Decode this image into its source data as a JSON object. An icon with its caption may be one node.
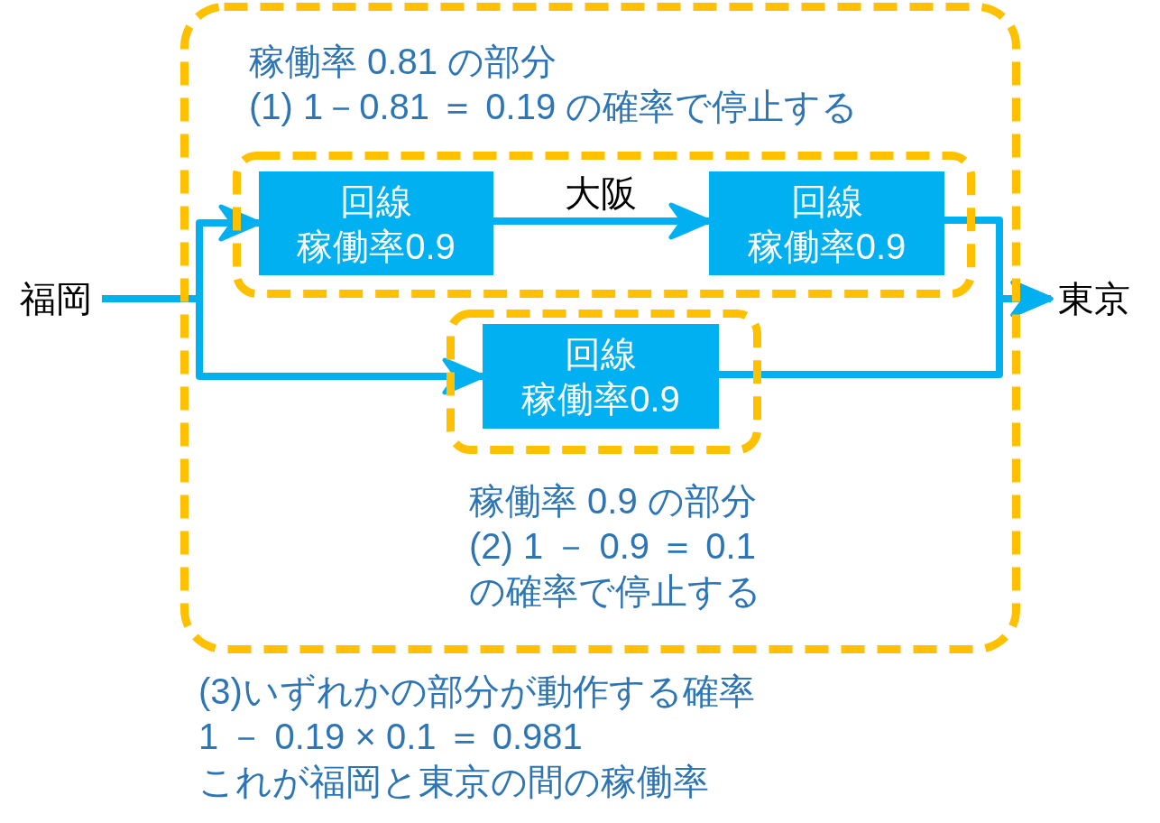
{
  "diagram": {
    "nodes": [
      {
        "text": [
          "福岡"
        ]
      },
      {
        "text": [],
        "shape": "box",
        "beside": [
          "(3)いずれかの部分が動作する確率",
          "1 － 0.19 × 0.1 ＝ 0.981",
          "これが福岡と東京の間の稼働率"
        ]
      },
      {
        "text": [],
        "shape": "box",
        "in": 1,
        "beside": [
          "稼働率 0.81 の部分",
          "(1) 1－0.81 ＝ 0.19 の確率で停止する"
        ]
      },
      {
        "text": [
          "回線",
          "稼働率0.9"
        ],
        "in": 2
      },
      {
        "text": [
          "回線",
          "稼働率0.9"
        ],
        "in": 2
      },
      {
        "text": [],
        "shape": "box",
        "in": 1,
        "beside": [
          "稼働率 0.9 の部分",
          "(2) 1 － 0.9 ＝ 0.1 の確率で停止する"
        ]
      },
      {
        "text": [
          "回線",
          "稼働率0.9"
        ],
        "in": 5
      },
      {
        "text": [
          "東京"
        ]
      }
    ],
    "edges": [
      {
        "from": 0,
        "to": 3,
        "arrow": "to"
      },
      {
        "from": 0,
        "to": 6,
        "arrow": "to"
      },
      {
        "from": 3,
        "to": 4,
        "arrow": "to",
        "label": "大阪"
      },
      {
        "from": 4,
        "to": 7,
        "arrow": "to"
      },
      {
        "from": 6,
        "to": 7,
        "arrow": "to"
      }
    ]
  }
}
